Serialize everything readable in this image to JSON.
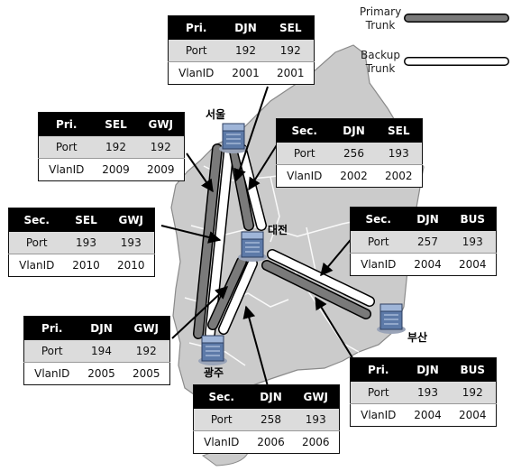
{
  "legend": {
    "primary": "Primary\nTrunk",
    "backup": "Backup\nTrunk",
    "primary_color": "#7a7a7a",
    "backup_color": "#ffffff"
  },
  "cities": {
    "seoul": "서울",
    "daejeon": "대전",
    "gwangju": "광주",
    "busan": "부산"
  },
  "tables": [
    {
      "name": "pri-djn-sel",
      "header": [
        "Pri.",
        "DJN",
        "SEL"
      ],
      "rows": [
        [
          "Port",
          "192",
          "192"
        ],
        [
          "VlanID",
          "2001",
          "2001"
        ]
      ]
    },
    {
      "name": "pri-sel-gwj",
      "header": [
        "Pri.",
        "SEL",
        "GWJ"
      ],
      "rows": [
        [
          "Port",
          "192",
          "192"
        ],
        [
          "VlanID",
          "2009",
          "2009"
        ]
      ]
    },
    {
      "name": "sec-djn-sel",
      "header": [
        "Sec.",
        "DJN",
        "SEL"
      ],
      "rows": [
        [
          "Port",
          "256",
          "193"
        ],
        [
          "VlanID",
          "2002",
          "2002"
        ]
      ]
    },
    {
      "name": "sec-sel-gwj",
      "header": [
        "Sec.",
        "SEL",
        "GWJ"
      ],
      "rows": [
        [
          "Port",
          "193",
          "193"
        ],
        [
          "VlanID",
          "2010",
          "2010"
        ]
      ]
    },
    {
      "name": "sec-djn-bus",
      "header": [
        "Sec.",
        "DJN",
        "BUS"
      ],
      "rows": [
        [
          "Port",
          "257",
          "193"
        ],
        [
          "VlanID",
          "2004",
          "2004"
        ]
      ]
    },
    {
      "name": "pri-djn-gwj",
      "header": [
        "Pri.",
        "DJN",
        "GWJ"
      ],
      "rows": [
        [
          "Port",
          "194",
          "192"
        ],
        [
          "VlanID",
          "2005",
          "2005"
        ]
      ]
    },
    {
      "name": "pri-djn-bus",
      "header": [
        "Pri.",
        "DJN",
        "BUS"
      ],
      "rows": [
        [
          "Port",
          "193",
          "192"
        ],
        [
          "VlanID",
          "2004",
          "2004"
        ]
      ]
    },
    {
      "name": "sec-djn-gwj",
      "header": [
        "Sec.",
        "DJN",
        "GWJ"
      ],
      "rows": [
        [
          "Port",
          "258",
          "193"
        ],
        [
          "VlanID",
          "2006",
          "2006"
        ]
      ]
    }
  ]
}
